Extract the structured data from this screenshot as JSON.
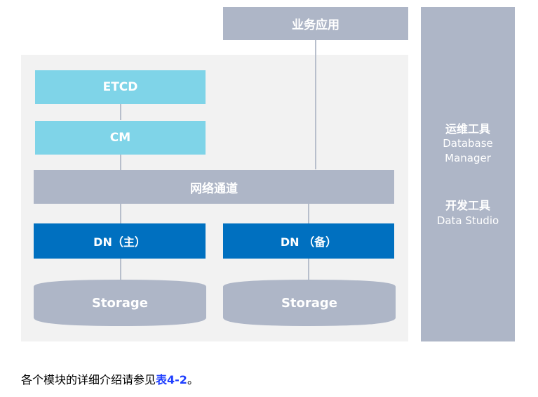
{
  "diagram": {
    "app_box": "业务应用",
    "etcd": "ETCD",
    "cm": "CM",
    "network": "网络通道",
    "dn_primary": "DN（主）",
    "dn_standby": "DN （备）",
    "storage_left": "Storage",
    "storage_right": "Storage",
    "side_panel": {
      "ops_title": "运维工具",
      "ops_line1": "Database",
      "ops_line2": "Manager",
      "dev_title": "开发工具",
      "dev_line1": "Data Studio"
    }
  },
  "caption": {
    "text": "各个模块的详细介绍请参见",
    "link": "表4-2",
    "suffix": "。"
  }
}
